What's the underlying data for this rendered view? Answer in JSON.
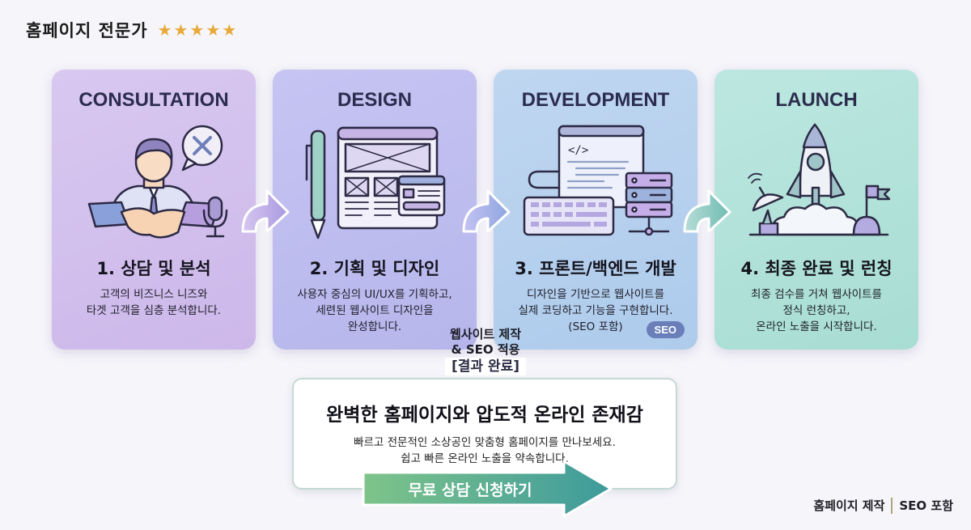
{
  "header": {
    "title": "홈페이지 전문가",
    "rating_stars": 5,
    "star_color": "#e9a93a"
  },
  "steps": [
    {
      "heading": "CONSULTATION",
      "icon": "consultation-handshake-icon",
      "title": "1. 상담 및 분석",
      "description": "고객의 비즈니스 니즈와\n타겟 고객을 심층 분석합니다.",
      "color": "#d2c0ee"
    },
    {
      "heading": "DESIGN",
      "icon": "wireframe-design-icon",
      "title": "2. 기획 및 디자인",
      "description": "사용자 중심의 UI/UX를 기획하고,\n세련된 웹사이트 디자인을\n완성합니다.",
      "color": "#bebdf0"
    },
    {
      "heading": "DEVELOPMENT",
      "icon": "code-server-icon",
      "title": "3. 프론트/백엔드 개발",
      "description": "디자인을 기반으로 웹사이트를\n실제 코딩하고 기능을 구현합니다.\n(SEO 포함)",
      "badge": "SEO",
      "color": "#b6d0ee"
    },
    {
      "heading": "LAUNCH",
      "icon": "rocket-launch-icon",
      "title": "4. 최종 완료 및 런칭",
      "description": "최종 검수를 거쳐 웹사이트를\n정식 런칭하고,\n온라인 노출을 시작합니다.",
      "color": "#b2e2da"
    }
  ],
  "result": {
    "label_line1": "웹사이트 제작",
    "label_line2": "& SEO 적용",
    "label_line3": "[결과 완료]",
    "title": "완벽한 홈페이지와 압도적 온라인 존재감",
    "description": "빠르고 전문적인 소상공인 맞춤형 홈페이지를 만나보세요.\n쉽고 빠른 온라인 노출을 약속합니다.",
    "cta_label": "무료 상담 신청하기"
  },
  "footer": {
    "left": "홈페이지 제작",
    "right": "SEO 포함"
  }
}
